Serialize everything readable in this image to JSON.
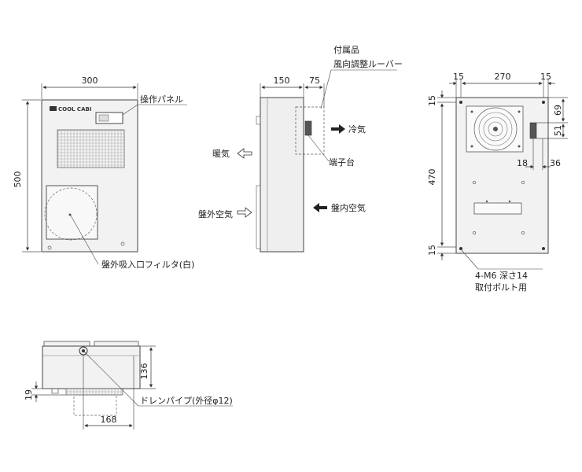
{
  "front_view": {
    "dim_width": "300",
    "dim_height": "500",
    "brand_logo": "COOL CABI",
    "label_panel": "操作パネル",
    "label_filter": "盤外吸入口フィルタ(白)"
  },
  "side_view": {
    "dim_depth": "150",
    "dim_louver": "75",
    "label_accessory": "付属品",
    "label_louver": "風向調整ルーバー",
    "label_cold_air": "冷気",
    "label_warm_air": "暖気",
    "label_terminal": "端子台",
    "label_outside_air": "盤外空気",
    "label_inside_air": "盤内空気"
  },
  "back_view": {
    "dim_15_left": "15",
    "dim_270": "270",
    "dim_15_right": "15",
    "dim_15_top": "15",
    "dim_470": "470",
    "dim_15_bottom": "15",
    "dim_69": "69",
    "dim_51": "51",
    "dim_18": "18",
    "dim_36": "36",
    "label_bolt_size": "4-M6 深さ14",
    "label_bolt_use": "取付ボルト用"
  },
  "bottom_view": {
    "dim_136": "136",
    "dim_19": "19",
    "dim_168": "168",
    "label_drain": "ドレンパイプ(外径φ12)"
  }
}
